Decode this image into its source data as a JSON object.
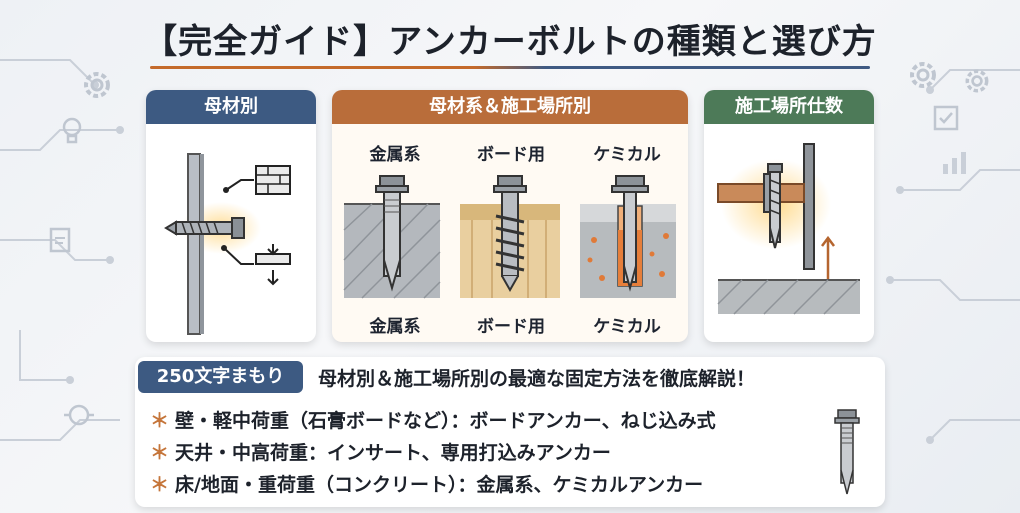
{
  "title": "【完全ガイド】アンカーボルトの種類と選び方",
  "panels": {
    "left": {
      "header": "母材別"
    },
    "middle": {
      "header": "母材系＆施工場所別",
      "columns": [
        {
          "top": "金属系",
          "bottom": "金属系"
        },
        {
          "top": "ボード用",
          "bottom": "ボード用"
        },
        {
          "top": "ケミカル",
          "bottom": "ケミカル"
        }
      ]
    },
    "right": {
      "header": "施工場所仕数"
    }
  },
  "summary": {
    "badge": "250文字まもり",
    "heading": "母材別＆施工場所別の最適な固定方法を徹底解説！",
    "items": [
      "壁・軽中荷重（石膏ボードなど）：ボードアンカー、ねじ込み式",
      "天井・中高荷重：インサート、専用打込みアンカー",
      "床/地面・重荷重（コンクリート）：金属系、ケミカルアンカー"
    ],
    "bullet": "＊"
  },
  "colors": {
    "blue": "#3d5a82",
    "orange": "#b96d3a",
    "green": "#4d7a58",
    "accent": "#c5753a"
  }
}
